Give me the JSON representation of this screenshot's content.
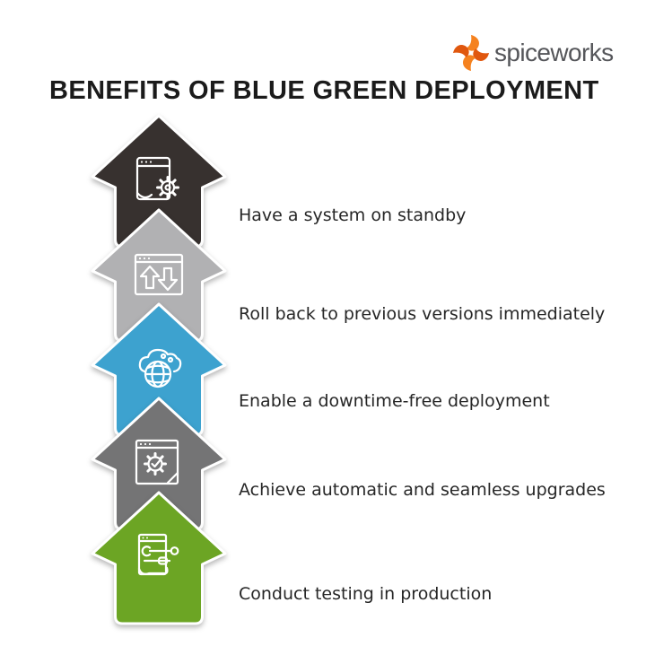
{
  "brand": {
    "name": "spiceworks",
    "logo_icon": "spiceworks-pinwheel-icon",
    "logo_orange": "#F5821F",
    "logo_orange_dark": "#E0570E",
    "logo_text_color": "#55565A"
  },
  "title": "BENEFITS OF BLUE GREEN DEPLOYMENT",
  "benefits": [
    {
      "label": "Have a system on standby",
      "icon": "app-window-gear-icon",
      "color": "#37312F"
    },
    {
      "label": "Roll back to previous versions immediately",
      "icon": "window-version-arrows-icon",
      "color": "#B1B1B3"
    },
    {
      "label": "Enable a downtime-free deployment",
      "icon": "cloud-globe-icon",
      "color": "#3DA2CF"
    },
    {
      "label": "Achieve automatic and seamless upgrades",
      "icon": "window-gear-check-icon",
      "color": "#747475"
    },
    {
      "label": "Conduct testing in production",
      "icon": "document-tools-icon",
      "color": "#6CA524"
    }
  ]
}
